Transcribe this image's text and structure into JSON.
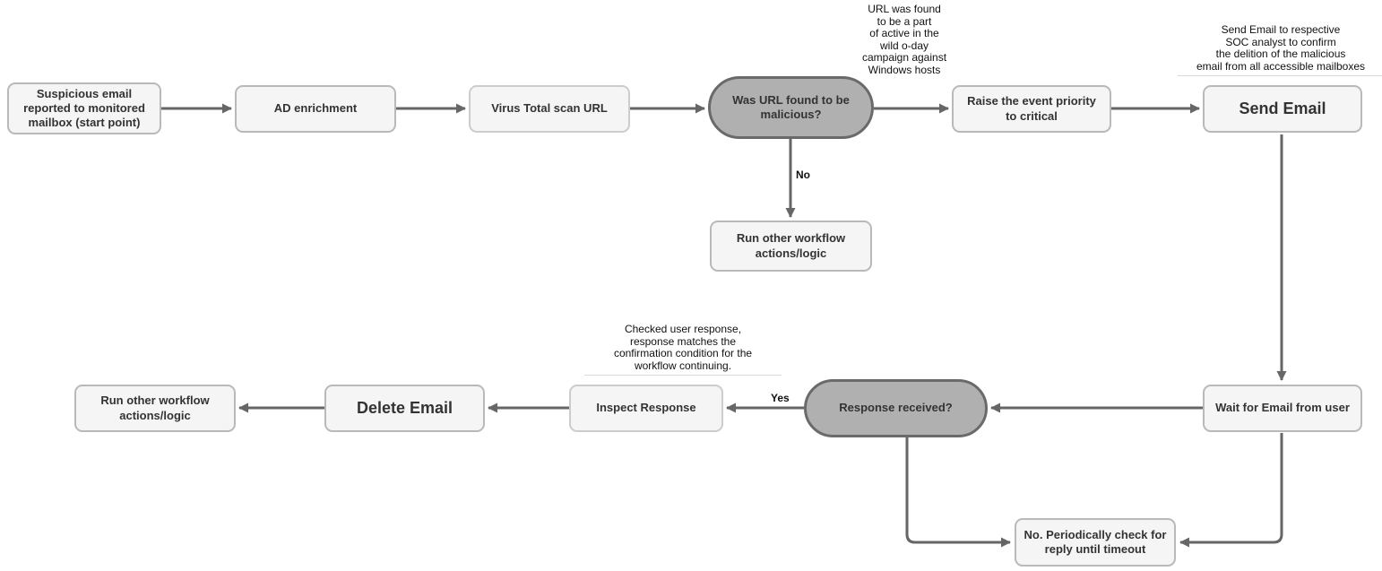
{
  "diagram": {
    "type": "flowchart",
    "nodes": {
      "start": "Suspicious email reported to monitored mailbox (start point)",
      "ad_enrichment": "AD enrichment",
      "virus_total": "Virus Total scan URL",
      "url_malicious_decision": "Was URL found to be malicious?",
      "raise_priority": "Raise the event priority to critical",
      "send_email": "Send Email",
      "run_other_workflow_top": "Run other workflow actions/logic",
      "wait_for_email": "Wait for Email from user",
      "response_received_decision": "Response received?",
      "inspect_response": "Inspect Response",
      "delete_email": "Delete Email",
      "run_other_workflow_left": "Run other workflow actions/logic",
      "periodic_check": "No. Periodically check for reply until timeout"
    },
    "edge_labels": {
      "no": "No",
      "yes": "Yes"
    },
    "annotations": {
      "url_campaign": "URL was found\nto be a part\nof active in the\nwild o-day\ncampaign against\nWindows hosts",
      "send_email_note": "Send Email to respective\nSOC analyst to confirm\nthe delition of the malicious\nemail from all accessible mailboxes",
      "inspect_note": "Checked user response,\nresponse matches the\nconfirmation condition for the\nworkflow continuing."
    },
    "colors": {
      "process_fill": "#f5f5f5",
      "process_border": "#b9b9b9",
      "decision_fill": "#b0b0b0",
      "decision_border": "#6a6a6a",
      "arrow": "#666666",
      "label_text": "#333333"
    }
  }
}
